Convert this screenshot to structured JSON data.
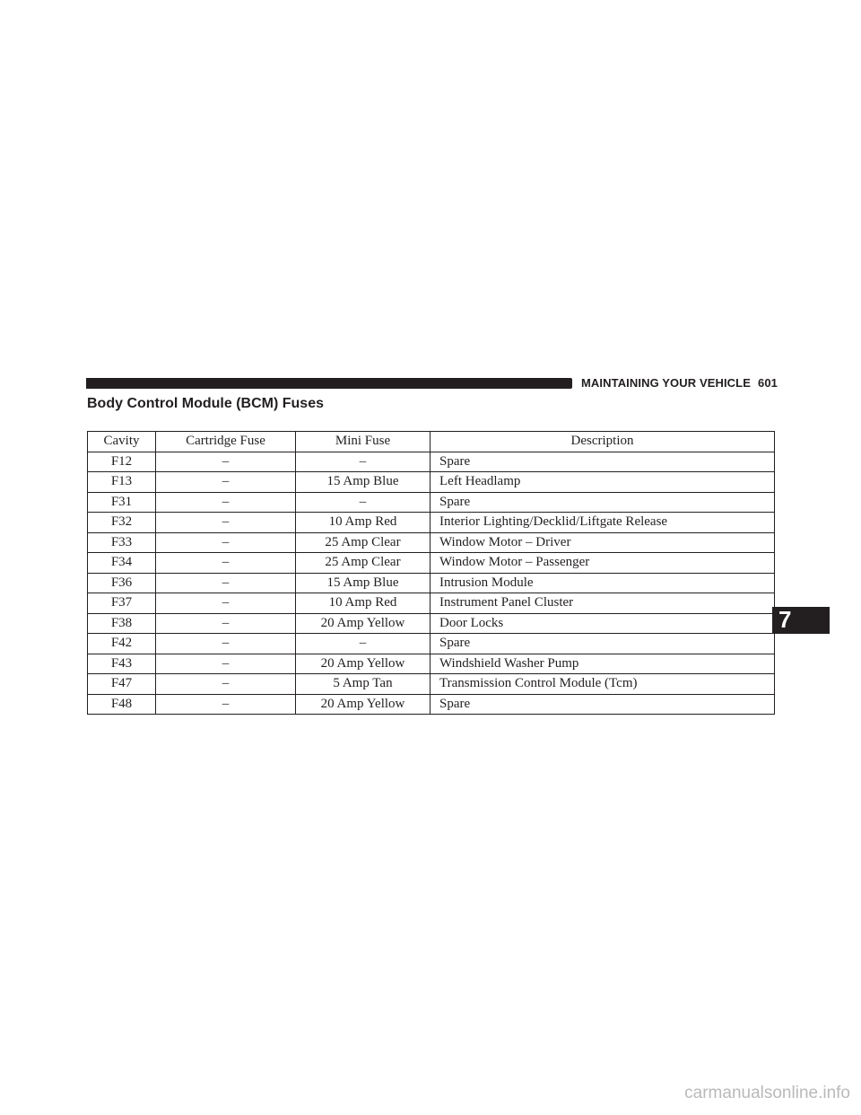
{
  "header": {
    "section": "MAINTAINING YOUR VEHICLE",
    "page_number": "601"
  },
  "title": "Body Control Module (BCM) Fuses",
  "table": {
    "columns": [
      "Cavity",
      "Cartridge Fuse",
      "Mini Fuse",
      "Description"
    ],
    "rows": [
      [
        "F12",
        "–",
        "–",
        "Spare"
      ],
      [
        "F13",
        "–",
        "15 Amp Blue",
        "Left Headlamp"
      ],
      [
        "F31",
        "–",
        "–",
        "Spare"
      ],
      [
        "F32",
        "–",
        "10 Amp Red",
        "Interior Lighting/Decklid/Liftgate Release"
      ],
      [
        "F33",
        "–",
        "25 Amp Clear",
        "Window Motor – Driver"
      ],
      [
        "F34",
        "–",
        "25 Amp Clear",
        "Window Motor – Passenger"
      ],
      [
        "F36",
        "–",
        "15 Amp Blue",
        "Intrusion Module"
      ],
      [
        "F37",
        "–",
        "10 Amp Red",
        "Instrument Panel Cluster"
      ],
      [
        "F38",
        "–",
        "20 Amp Yellow",
        "Door Locks"
      ],
      [
        "F42",
        "–",
        "–",
        "Spare"
      ],
      [
        "F43",
        "–",
        "20 Amp Yellow",
        "Windshield Washer Pump"
      ],
      [
        "F47",
        "–",
        "5 Amp Tan",
        "Transmission Control Module (Tcm)"
      ],
      [
        "F48",
        "–",
        "20 Amp Yellow",
        "Spare"
      ]
    ]
  },
  "chapter_tab": "7",
  "watermark": "carmanualsonline.info",
  "colors": {
    "ink": "#231f20",
    "watermark": "#b9b9b9"
  }
}
